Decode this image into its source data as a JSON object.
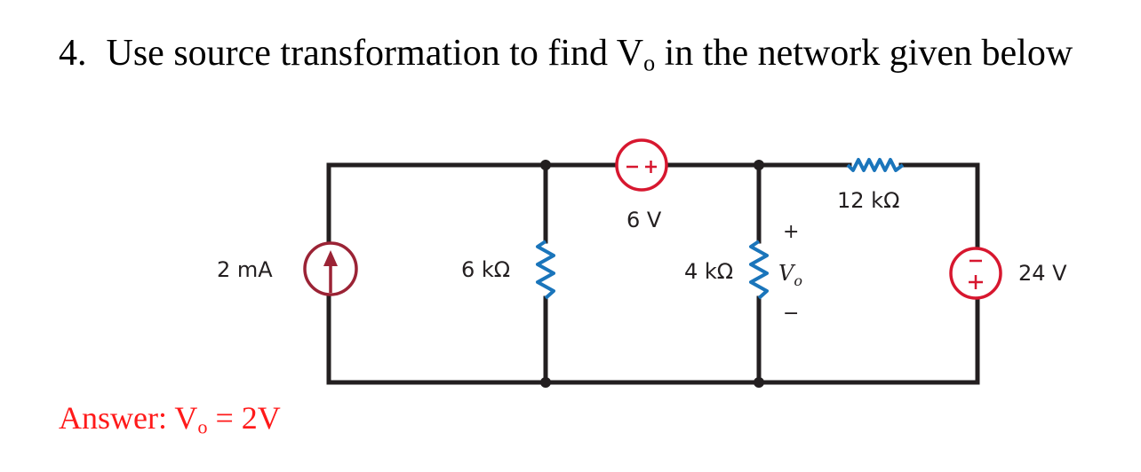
{
  "question": {
    "number": "4.",
    "text_before": "Use source transformation to find V",
    "subscript": "o",
    "text_after": " in the network given below"
  },
  "answer": {
    "prefix": "Answer: V",
    "subscript": "o",
    "suffix": " = 2V"
  },
  "colors": {
    "wire": "#231f20",
    "resistor": "#1a75bb",
    "voltage_source": "#d7172f",
    "current_source": "#9b2335",
    "answer_text": "#ff1a1a"
  },
  "components": {
    "current_source": {
      "label": "2 mA",
      "direction": "up"
    },
    "resistor_6k": {
      "label": "6 kΩ"
    },
    "voltage_source_6v": {
      "label": "6 V",
      "left_terminal": "−",
      "right_terminal": "+"
    },
    "resistor_4k": {
      "label": "4 kΩ"
    },
    "output_voltage": {
      "label": "V",
      "subscript": "o",
      "plus": "+",
      "minus": "−"
    },
    "resistor_12k": {
      "label": "12 kΩ"
    },
    "voltage_source_24v": {
      "label": "24 V",
      "top_terminal": "−",
      "bottom_terminal": "+"
    }
  }
}
